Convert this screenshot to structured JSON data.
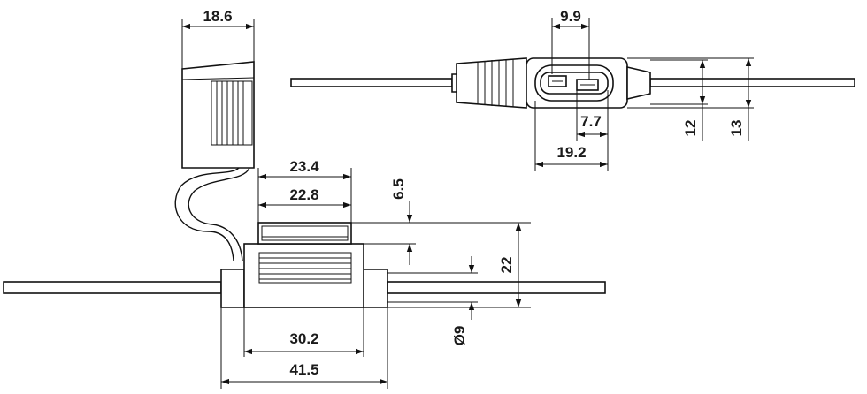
{
  "dimensions": {
    "cap_width": "18.6",
    "outer_width": "23.4",
    "inner_width": "22.8",
    "cap_height": "6.5",
    "body_height": "22",
    "body_width": "30.2",
    "overall_width": "41.5",
    "wire_diameter": "Ø9",
    "top_slot_width": "9.9",
    "top_blade_width": "7.7",
    "top_body_width": "19.2",
    "top_height_inner": "12",
    "top_height_outer": "13"
  }
}
